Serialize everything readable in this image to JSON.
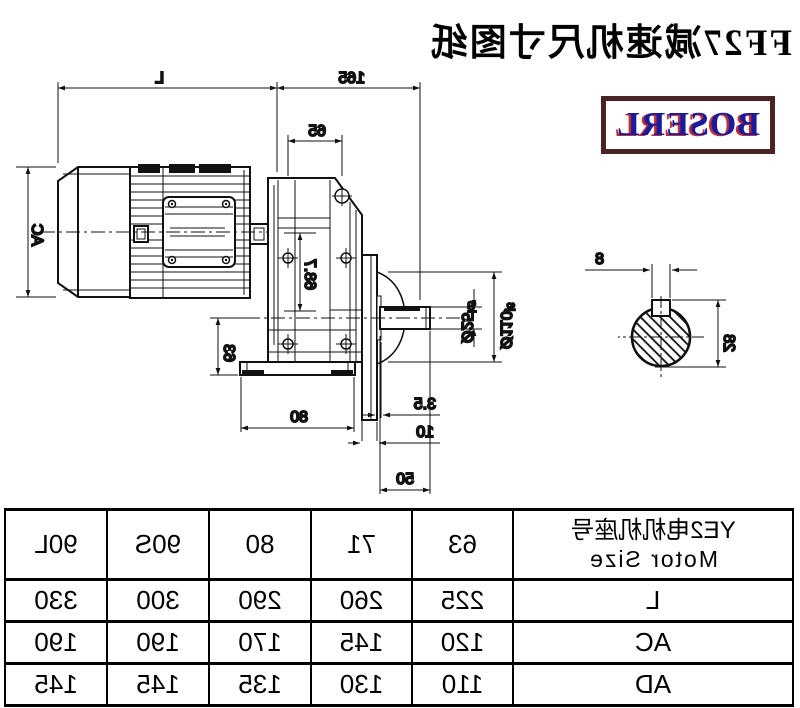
{
  "title": "FF27减速机尺寸图纸",
  "logo": {
    "text": "BOSERL"
  },
  "colors": {
    "logo_text": "#1a1a9e",
    "logo_shadow": "#c03030",
    "logo_border": "#4a2424",
    "line": "#111111"
  },
  "drawing": {
    "description": "FF27 parallel-shaft flange gearmotor, side view with motor, gear housing, output flange and shaft, plus key-seat cross-section detail",
    "labels": {
      "motor_length": "L",
      "gear_length": "165",
      "housing_width": "65",
      "motor_diameter": "AC",
      "foot_height": "63",
      "hole_span": "68.7",
      "shaft_dia": "Ø25",
      "shaft_tol": "k6",
      "spigot_dia": "Ø110",
      "spigot_tol": "j6",
      "washer": "3.5",
      "flange_thickness": "10",
      "shaft_length": "50",
      "foot_length": "80",
      "key_width": "8",
      "key_height": "28"
    }
  },
  "table": {
    "header_cn": "YE2电机机座号",
    "header_en": "Motor Size",
    "columns": [
      "63",
      "71",
      "80",
      "90S",
      "90L"
    ],
    "rows": [
      {
        "label": "L",
        "values": [
          "225",
          "260",
          "290",
          "300",
          "330"
        ]
      },
      {
        "label": "AC",
        "values": [
          "120",
          "145",
          "170",
          "190",
          "190"
        ]
      },
      {
        "label": "AD",
        "values": [
          "110",
          "130",
          "135",
          "145",
          "145"
        ]
      }
    ]
  }
}
